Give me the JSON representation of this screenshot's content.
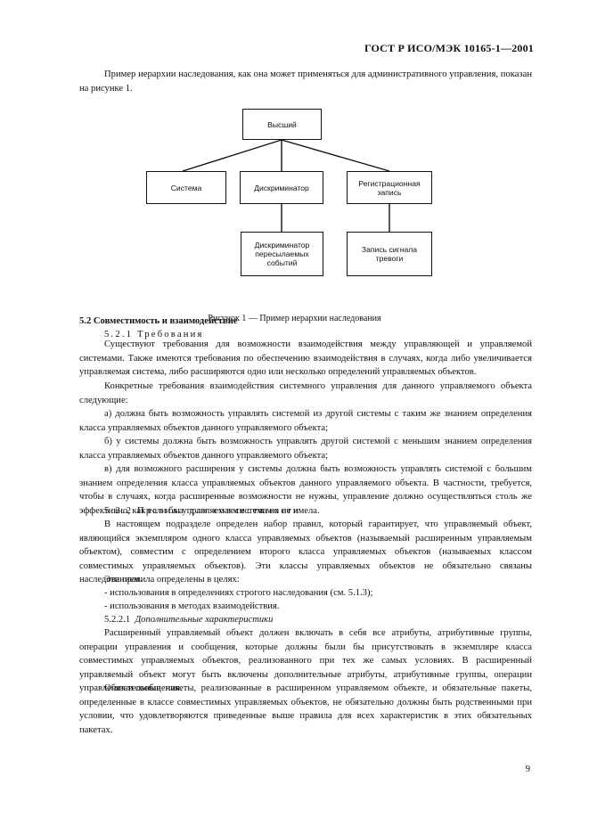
{
  "header": "ГОСТ Р ИСО/МЭК 10165-1—2001",
  "intro": "Пример иерархии наследования, как она может применяться для административного управления, показан на рисунке 1.",
  "figure": {
    "nodes": {
      "top": "Высший",
      "system": "Система",
      "discriminator": "Дискриминатор",
      "registration": "Регистрационная запись",
      "event_discriminator": "Дискриминатор пересылаемых событий",
      "alarm_record": "Запись сигнала тревоги"
    },
    "caption": "Рисунок 1 — Пример иерархии наследования"
  },
  "section": {
    "heading": "5.2 Совместимость и взаимодействие",
    "sub1": "5.2.1 Требования",
    "p1": "Существуют требования для возможности взаимодействия между управляющей и управляемой системами. Также имеются требования по обеспечению взаимодействия в случаях, когда либо увеличивается управляемая система, либо расширяются одно или несколько определений управляемых объектов.",
    "p2": "Конкретные требования взаимодействия системного управления для данного управляемого объекта следующие:",
    "a": "а) должна быть возможность управлять системой из другой системы с таким же знанием определения класса управляемых объектов данного управляемого объекта;",
    "b": "б) у системы должна быть возможность управлять другой системой с меньшим знанием определения класса управляемых объектов данного управляемого объекта;",
    "c": "в) для возможного расширения у системы должна быть возможность управлять системой с большим знанием определения класса управляемых объектов данного управляемого объекта. В частности, требуется, чтобы в случаях, когда расширенные возможности не нужны, управление должно осуществляться столь же эффективно, как если бы управляемая система их не имела.",
    "sub2": "5.2.2 Правила для совместимости",
    "p3": "В настоящем подразделе определен набор правил, который гарантирует, что управляемый объект, являющийся экземпляром одного класса управляемых объектов (называемый расширенным управляемым объектом), совместим с определением второго класса управляемых объектов (называемых классом совместимых управляемых объектов). Эти классы управляемых объектов не обязательно связаны наследованием.",
    "p4": "Эти правила определены в целях:",
    "li1": "- использования в определениях строгого наследования (см. 5.1.3);",
    "li2": "- использования в методах взаимодействия.",
    "sub3_num": "5.2.2.1",
    "sub3_title": "Дополнительные характеристики",
    "p5": "Расширенный управляемый объект должен включать в себя все атрибуты, атрибутивные группы, операции управления и сообщения, которые должны были бы присутствовать в экземпляре класса совместимых управляемых объектов, реализованного при тех же самых условиях. В расширенный управляемый объект могут быть включены дополнительные атрибуты, атрибутивные группы, операции управления и сообщения.",
    "p6": "Обязательные пакеты, реализованные в расширенном управляемом объекте, и обязательные пакеты, определенные в классе совместимых управляемых объектов, не обязательно должны быть родственными при условии, что удовлетворяются приведенные выше правила для всех характеристик в этих обязательных пакетах."
  },
  "page_number": "9"
}
